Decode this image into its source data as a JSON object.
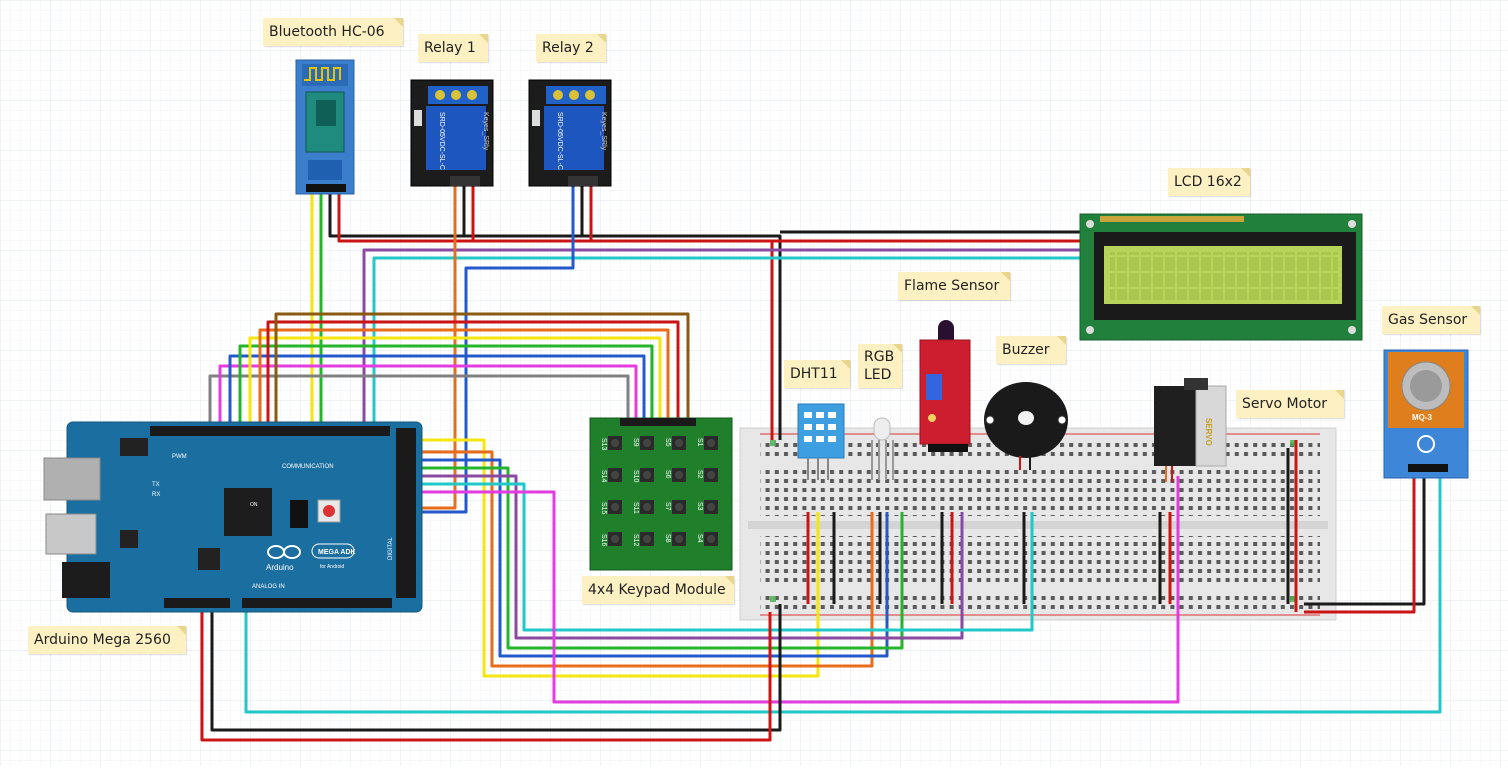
{
  "labels": {
    "bluetooth": "Bluetooth HC-06",
    "relay1": "Relay 1",
    "relay2": "Relay 2",
    "lcd": "LCD 16x2",
    "flame": "Flame Sensor",
    "rgb": "RGB",
    "rgb2": "LED",
    "dht": "DHT11",
    "buzzer": "Buzzer",
    "gas": "Gas Sensor",
    "servo": "Servo Motor",
    "keypad": "4x4 Keypad Module",
    "arduino": "Arduino Mega 2560"
  },
  "board_text": {
    "mega_adk": "MEGA ADK",
    "for_android": "for Android",
    "arduino": "Arduino",
    "pwm": "PWM",
    "communication": "COMMUNICATION",
    "analog_in": "ANALOG IN",
    "digital": "DIGITAL",
    "tx": "TX",
    "rx": "RX",
    "on": "ON",
    "mq3": "MQ-3",
    "servo": "SERVO",
    "relay_model": "SRD-05VDC-SL-C",
    "relay_brand": "Keyes_SRly",
    "keypad_keys": [
      "S13",
      "S9",
      "S5",
      "S1",
      "S14",
      "S10",
      "S6",
      "S2",
      "S15",
      "S11",
      "S7",
      "S3",
      "S16",
      "S12",
      "S8",
      "S4"
    ]
  },
  "colors": {
    "canvas": "#ffffff",
    "grid": "#e8eef3",
    "board_blue": "#1b6ea0",
    "bt_blue": "#3b7fcc",
    "relay_black": "#1c1c1c",
    "relay_blue": "#2062c8",
    "keypad_green": "#1f7f2a",
    "lcd_green": "#21803c",
    "lcd_screen": "#b7d45a",
    "flame_red": "#cc1e2e",
    "mq_blue": "#3d86d8",
    "breadboard": "#e6e6e6",
    "wire_red": "#cc1414",
    "wire_black": "#1a1a1a",
    "wire_yellow": "#f5e60f",
    "wire_green": "#25b52b",
    "wire_blue": "#2459cc",
    "wire_orange": "#e86c1a",
    "wire_cyan": "#21c8c8",
    "wire_magenta": "#e43ce0",
    "wire_purple": "#8a4aa0",
    "wire_brown": "#8a5a10",
    "wire_gray": "#808080",
    "note": "#fdf1c3"
  }
}
